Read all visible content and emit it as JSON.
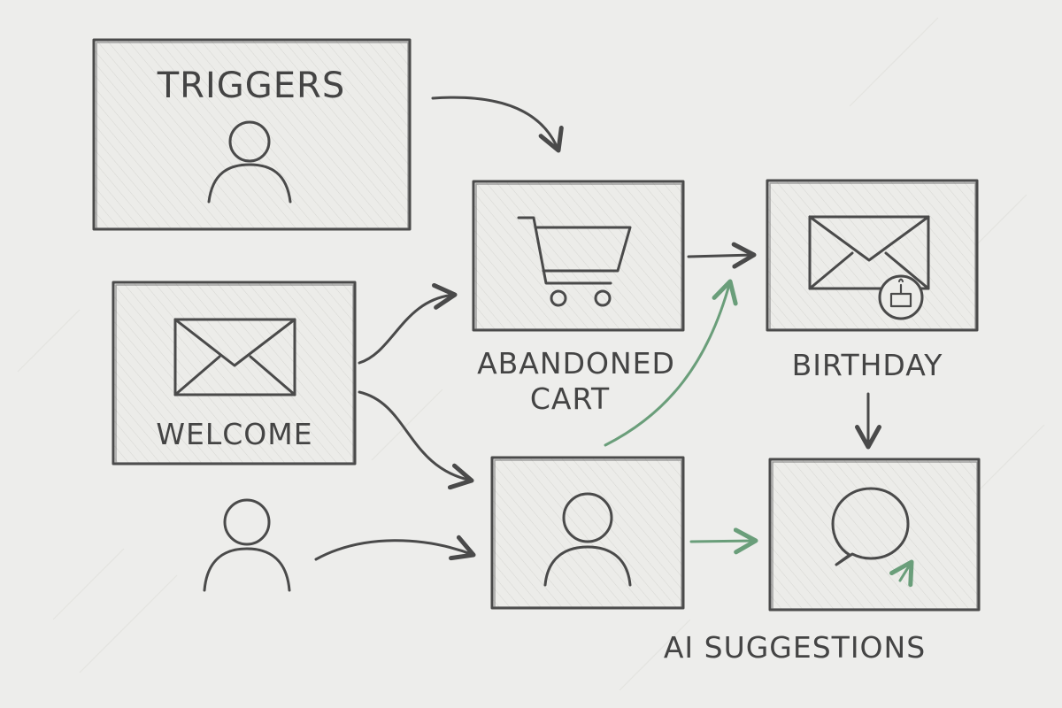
{
  "nodes": {
    "triggers": {
      "label": "TRIGGERS"
    },
    "welcome": {
      "label": "WELCOME"
    },
    "abandoned_cart": {
      "label_line1": "ABANDONED",
      "label_line2": "CART"
    },
    "birthday": {
      "label": "BIRTHDAY"
    },
    "ai_suggestions": {
      "label": "AI  SUGGESTIONS"
    }
  },
  "colors": {
    "ink": "#4a4a4a",
    "accent_green": "#6a9e7a",
    "paper": "#ededeb"
  }
}
